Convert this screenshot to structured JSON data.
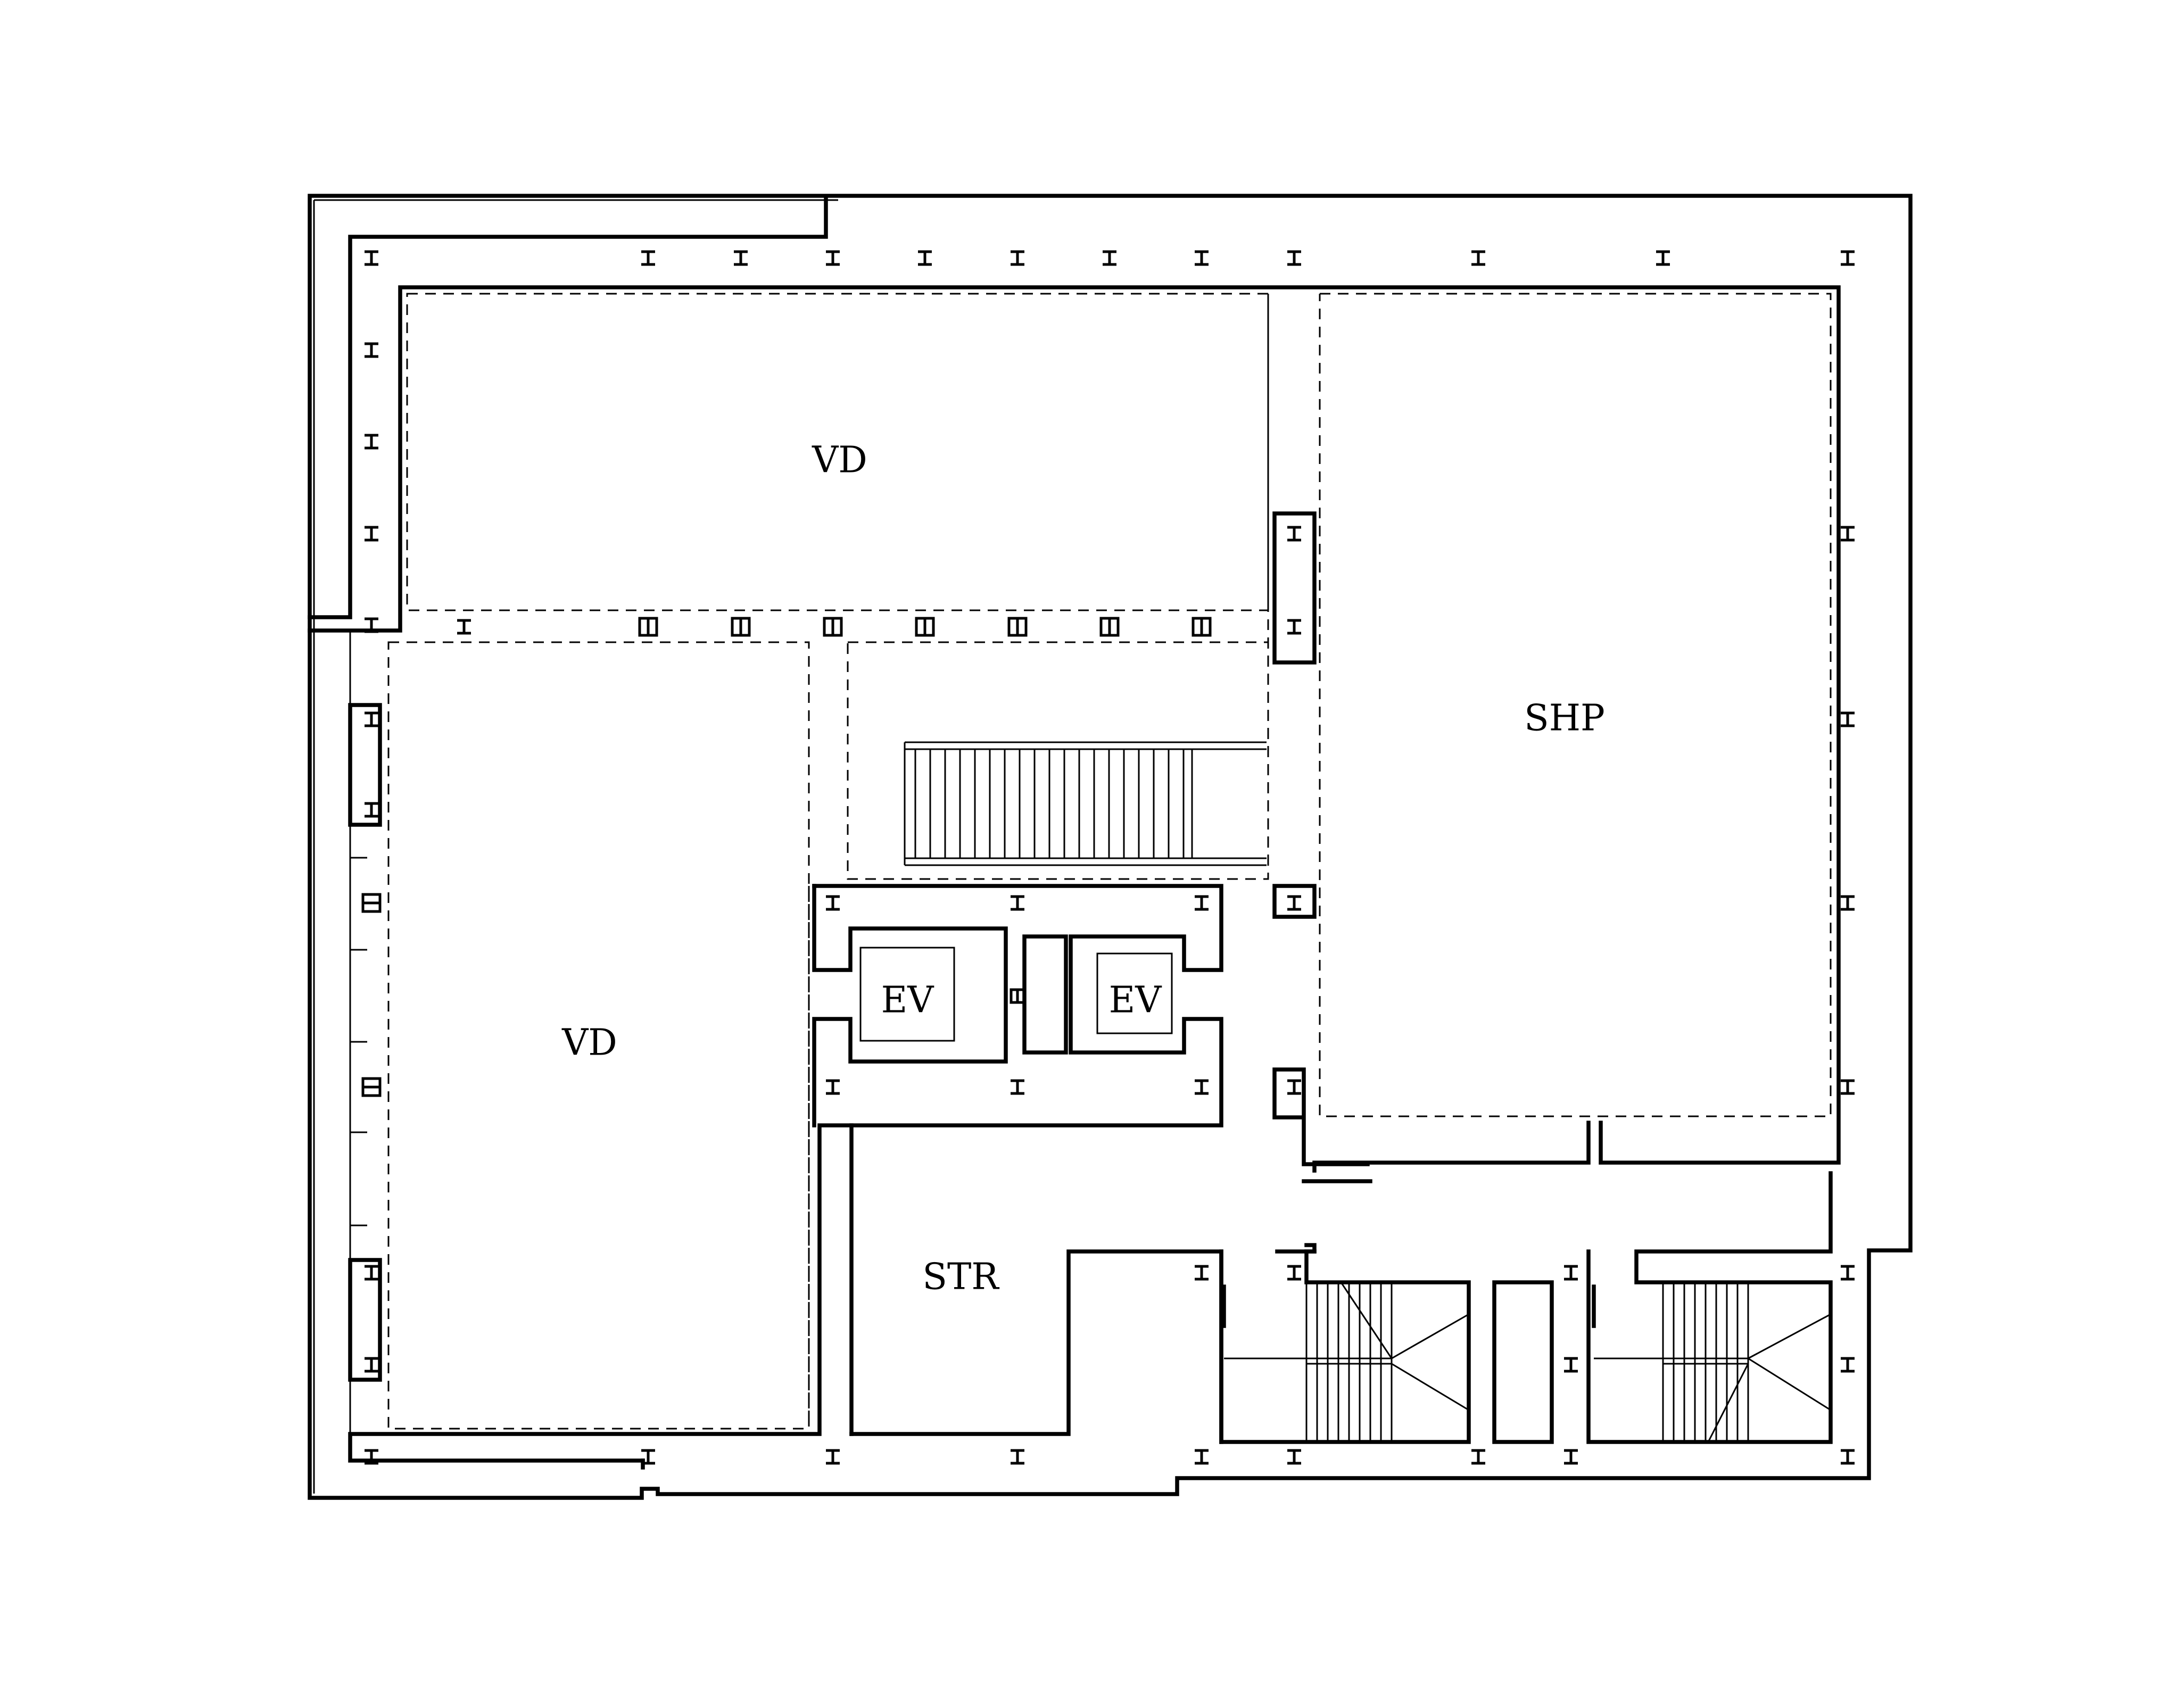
{
  "rooms": {
    "void_upper": "VD",
    "void_lower": "VD",
    "shop": "SHP",
    "elevator_left": "EV",
    "elevator_right": "EV",
    "storage": "STR"
  }
}
